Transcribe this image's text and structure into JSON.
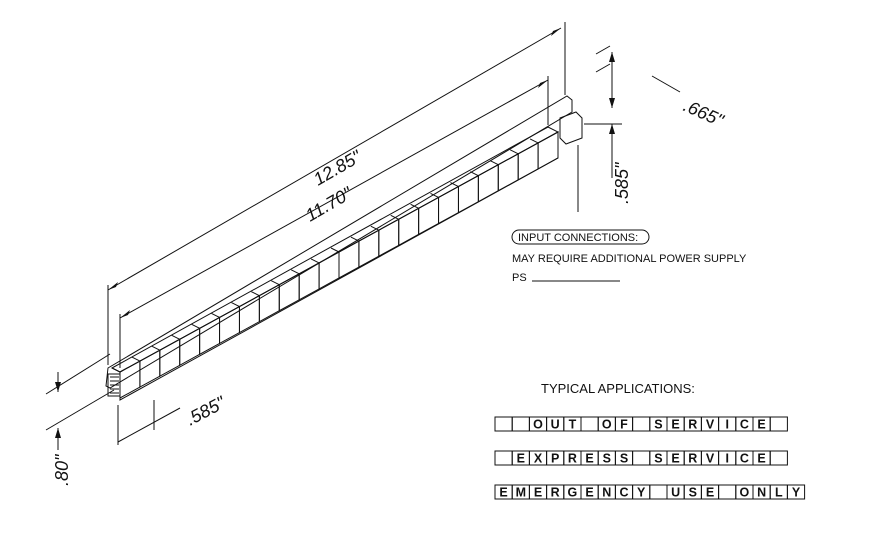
{
  "dimensions": {
    "overall_length": "12.85\"",
    "display_length": "11.70\"",
    "depth": ".665\"",
    "height": ".585\"",
    "cell_pitch": ".585\"",
    "thickness": ".80\""
  },
  "notes": {
    "input_connections": "INPUT CONNECTIONS:",
    "power_supply": "MAY REQUIRE ADDITIONAL POWER SUPPLY",
    "ps_label": "PS"
  },
  "applications": {
    "title": "TYPICAL APPLICATIONS:",
    "rows": [
      "  OUT OF SERVICE ",
      " EXPRESS SERVICE ",
      "EMERGENCY USE ONLY"
    ]
  },
  "colors": {
    "line": "#111111",
    "background": "#ffffff"
  }
}
